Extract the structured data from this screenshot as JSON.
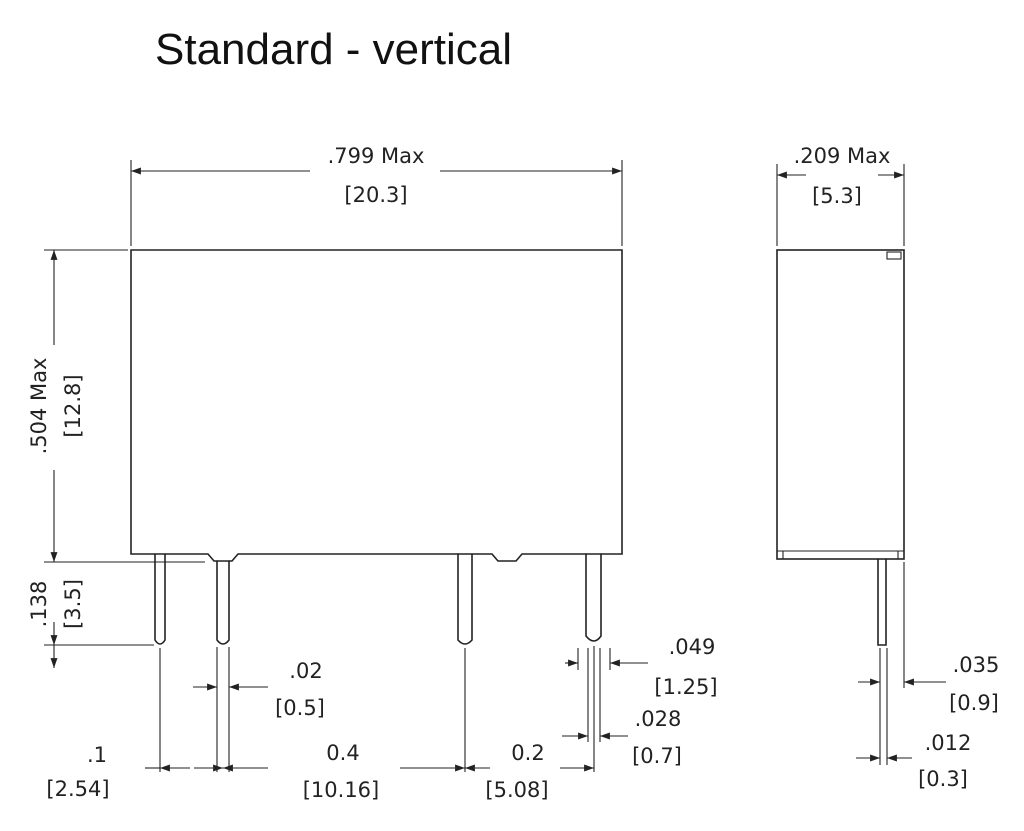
{
  "title": "Standard - vertical",
  "dimensions": {
    "width_in": ".799 Max",
    "width_mm": "[20.3]",
    "height_in": ".504 Max",
    "height_mm": "[12.8]",
    "depth_in": ".209 Max",
    "depth_mm": "[5.3]",
    "pin_length_in": ".138",
    "pin_length_mm": "[3.5]",
    "pin_width_in": ".02",
    "pin_width_mm": "[0.5]",
    "pitch1_in": ".1",
    "pitch1_mm": "[2.54]",
    "pitch2_in": "0.4",
    "pitch2_mm": "[10.16]",
    "pitch3_in": "0.2",
    "pitch3_mm": "[5.08]",
    "hole1_in": ".049",
    "hole1_mm": "[1.25]",
    "hole2_in": ".028",
    "hole2_mm": "[0.7]",
    "side_pin_in": ".035",
    "side_pin_mm": "[0.9]",
    "side_thk_in": ".012",
    "side_thk_mm": "[0.3]"
  }
}
